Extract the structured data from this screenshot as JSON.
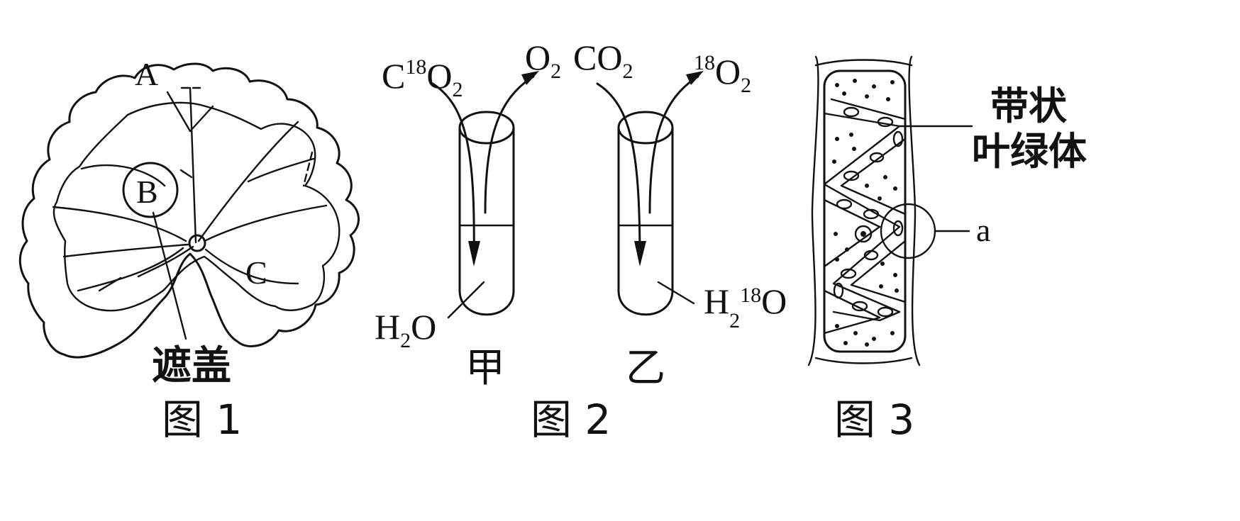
{
  "figure1": {
    "label_A": "A",
    "label_B": "B",
    "label_C": "C",
    "cover_label": "遮盖",
    "caption": "图 1"
  },
  "figure2": {
    "jia": {
      "in_gas": {
        "base": "C",
        "sup": "18",
        "base2": "O",
        "sub": "2"
      },
      "out_gas": {
        "base": "O",
        "sub": "2"
      },
      "water": {
        "base": "H",
        "sub": "2",
        "base2": "O"
      },
      "name": "甲"
    },
    "yi": {
      "in_gas": {
        "base": "CO",
        "sub": "2"
      },
      "out_gas": {
        "sup": "18",
        "base": "O",
        "sub": "2"
      },
      "water": {
        "base": "H",
        "sub": "2",
        "sup": "18",
        "base2": "O"
      },
      "name": "乙"
    },
    "caption": "图 2"
  },
  "figure3": {
    "chloroplast_label_line1": "带状",
    "chloroplast_label_line2": "叶绿体",
    "label_a": "a",
    "caption": "图 3"
  }
}
